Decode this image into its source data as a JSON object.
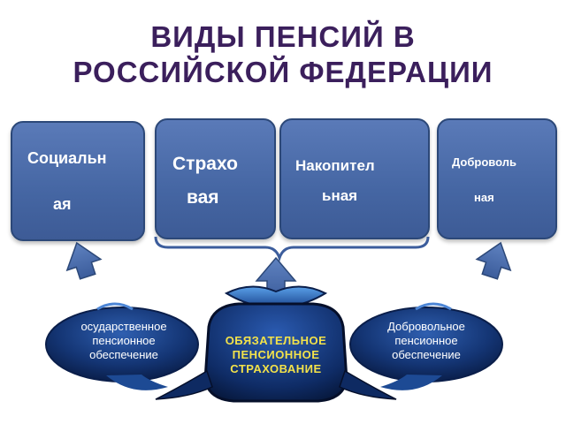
{
  "title": {
    "line1": "ВИДЫ ПЕНСИЙ В",
    "line2": "РОССИЙСКОЙ ФЕДЕРАЦИИ"
  },
  "pension_types": [
    {
      "part1": "Социальн",
      "part2": "ая"
    },
    {
      "part1": "Страхо",
      "part2": "вая"
    },
    {
      "part1": "Накопител",
      "part2": "ьная"
    },
    {
      "part1": "Доброволь",
      "part2": "ная"
    }
  ],
  "systems": {
    "left": {
      "line1": "осударственное",
      "line2": "пенсионное",
      "line3": "обеспечение"
    },
    "center": {
      "line1": "ОБЯЗАТЕЛЬНОЕ",
      "line2": "ПЕНСИОННОЕ",
      "line3": "СТРАХОВАНИЕ"
    },
    "right": {
      "line1": "Добровольное",
      "line2": "пенсионное",
      "line3": "обеспечение"
    }
  },
  "colors": {
    "title": "#3b1f5c",
    "box": "#4a6aa8",
    "whale_dark": "#0a1e4a",
    "whale_light": "#3a74c8",
    "center_text": "#f3e24a"
  }
}
